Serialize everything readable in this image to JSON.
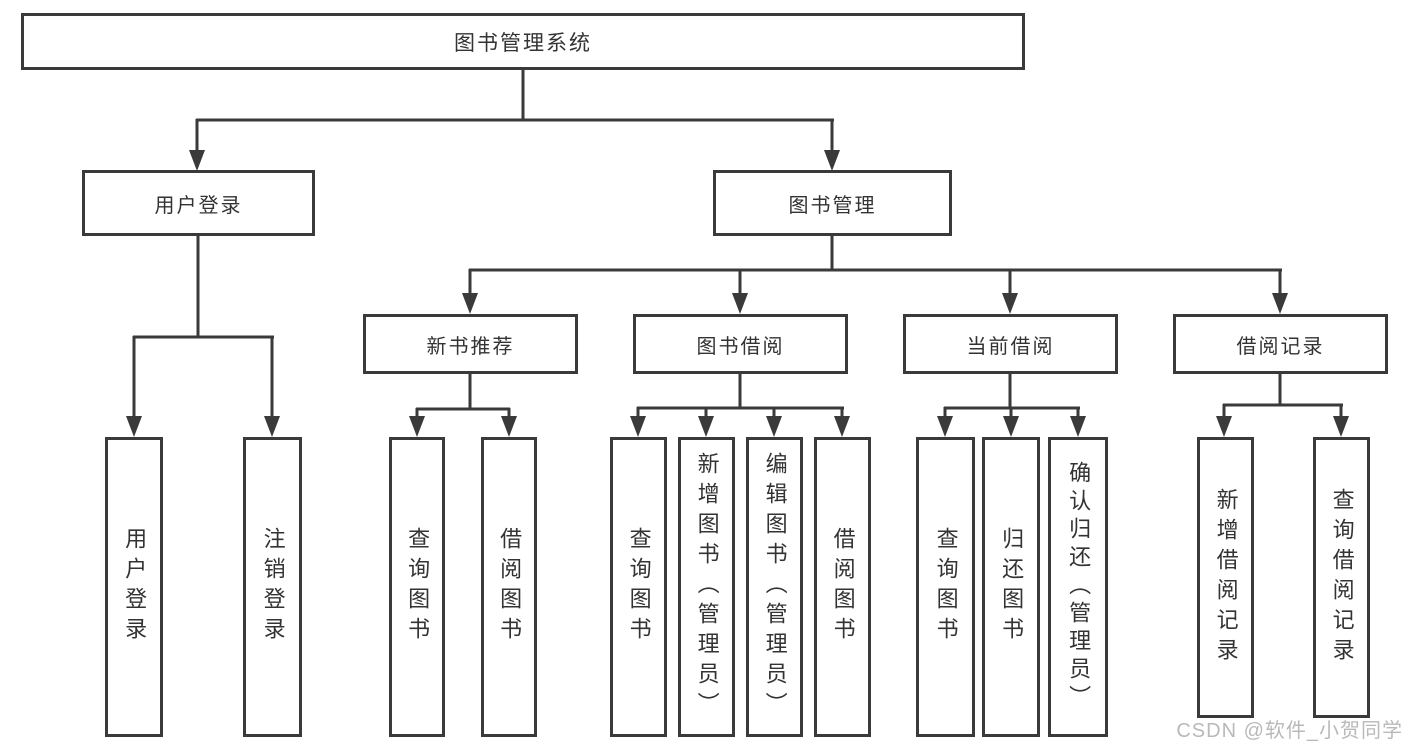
{
  "root": {
    "label": "图书管理系统"
  },
  "level2": {
    "user_login": "用户登录",
    "book_mgmt": "图书管理"
  },
  "level3": {
    "new_book": "新书推荐",
    "book_borrow": "图书借阅",
    "current_borrow": "当前借阅",
    "borrow_record": "借阅记录"
  },
  "leaves": {
    "user_login": [
      "用户登录",
      "注销登录"
    ],
    "new_book": [
      "查询图书",
      "借阅图书"
    ],
    "book_borrow": [
      "查询图书",
      "新增图书（管理员）",
      "编辑图书（管理员）",
      "借阅图书"
    ],
    "current_borrow": [
      "查询图书",
      "归还图书",
      "确认归还（管理员）"
    ],
    "borrow_record": [
      "新增借阅记录",
      "查询借阅记录"
    ]
  },
  "watermark": "CSDN @软件_小贺同学",
  "colors": {
    "line": "#3a3a3a",
    "text": "#333333",
    "background": "#ffffff",
    "watermark": "#b9b9b9"
  }
}
